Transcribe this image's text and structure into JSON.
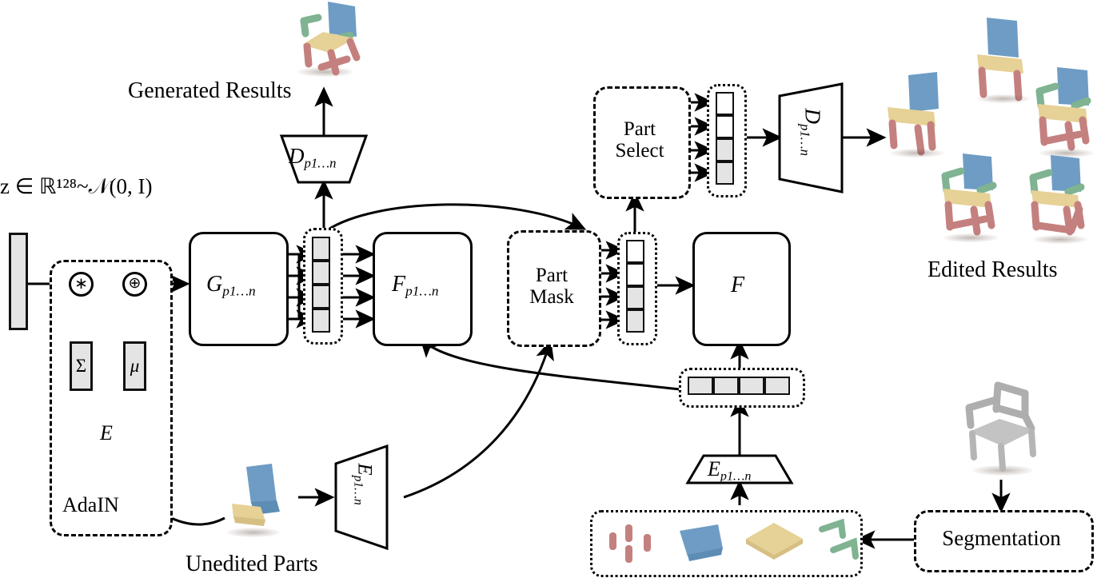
{
  "figure": {
    "title": "Part-aware 3D shape generation and editing pipeline",
    "type": "architecture-diagram"
  },
  "labels": {
    "latent": "z ∈ ℝ¹²⁸~𝒩(0, I)",
    "latent_var": "z",
    "latent_in": "∈",
    "latent_space": "ℝ",
    "latent_dim": "128",
    "latent_tilde": "~",
    "latent_dist": "𝒩(0, I)",
    "generated_results": "Generated Results",
    "edited_results": "Edited Results",
    "unedited_parts": "Unedited Parts",
    "adain": "AdaIN",
    "segmentation": "Segmentation",
    "part_select_l1": "Part",
    "part_select_l2": "Select",
    "part_mask_l1": "Part",
    "part_mask_l2": "Mask"
  },
  "modules": {
    "sigma": "Σ",
    "mu": "μ",
    "mul_op": "∗",
    "add_op": "⊕",
    "encoder_E": "E",
    "generator_G": "G",
    "generator_G_sub": "p1…n",
    "fusion_F_parts": "F",
    "fusion_F_parts_sub": "p1…n",
    "fusion_F": "F",
    "decoder_D_top": "D",
    "decoder_D_top_sub": "p1…n",
    "decoder_D_right": "D",
    "decoder_D_right_sub": "p1…n",
    "encoder_Ep_left": "E",
    "encoder_Ep_left_sub": "p1…n",
    "encoder_Ep_bottom": "E",
    "encoder_Ep_bottom_sub": "p1…n"
  },
  "feature_stacks": {
    "generator_stack": {
      "name": "G-feature-stack",
      "cells": [
        "gray",
        "gray",
        "gray",
        "gray"
      ]
    },
    "part_mask_stack": {
      "name": "part-mask-stack",
      "cells": [
        "white",
        "white",
        "gray",
        "gray"
      ]
    },
    "part_select_stack": {
      "name": "part-select-stack",
      "cells": [
        "white",
        "white",
        "gray",
        "gray"
      ]
    },
    "encoder_stack": {
      "name": "encoder-feature-stack",
      "cells": [
        "gray",
        "gray",
        "gray",
        "gray"
      ]
    }
  },
  "colors": {
    "cell_gray": "#e4e4e4",
    "cell_white": "#ffffff",
    "stroke": "#000000",
    "part_legs": "#c98b8b",
    "part_back": "#6e9cc4",
    "part_seat": "#e8d79a",
    "part_arms": "#7fb391",
    "unsegmented": "#b8b8b8"
  },
  "parts_strip": {
    "name": "segmented-parts-strip",
    "items": [
      {
        "label": "legs",
        "color": "#c98b8b"
      },
      {
        "label": "back",
        "color": "#6e9cc4"
      },
      {
        "label": "seat",
        "color": "#e8d79a"
      },
      {
        "label": "arms",
        "color": "#7fb391"
      }
    ]
  },
  "point_clouds": {
    "generated_chair": {
      "name": "generated-chair-pointcloud",
      "parts": [
        "back",
        "seat",
        "arms",
        "legs"
      ]
    },
    "unedited_chair": {
      "name": "unedited-parts-pointcloud",
      "parts": [
        "back",
        "seat"
      ]
    },
    "input_chair": {
      "name": "input-chair-pointcloud",
      "parts": [
        "unsegmented"
      ]
    },
    "edited_chairs": {
      "name": "edited-chairs-pointclouds",
      "count": 5
    }
  }
}
